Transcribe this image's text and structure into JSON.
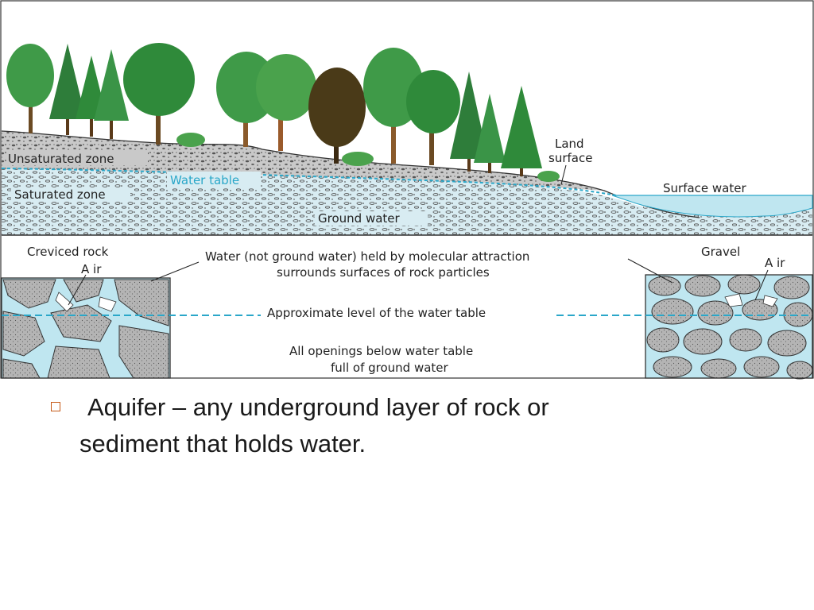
{
  "diagram": {
    "labels": {
      "land_surface_1": "Land",
      "land_surface_2": "surface",
      "surface_water": "Surface water",
      "unsaturated_zone": "Unsaturated zone",
      "water_table": "Water table",
      "saturated_zone": "Saturated zone",
      "ground_water": "Ground water",
      "creviced_rock": "Creviced rock",
      "air_left": "A ir",
      "gravel": "Gravel",
      "air_right": "A ir",
      "molecular_line1": "Water (not ground water) held by molecular attraction",
      "molecular_line2": "surrounds surfaces of rock particles",
      "approx_level": "Approximate level of the water table",
      "openings_line1": "All openings below water table",
      "openings_line2": "full of ground water"
    },
    "colors": {
      "water": "#bfe6f0",
      "water_line": "#2aa7c9",
      "rock": "#a8a8a8",
      "tree_green": "#2f8a3a",
      "tree_dark": "#3c2a12"
    }
  },
  "bullet": {
    "line1": "Aquifer – any underground layer of rock or",
    "line2": "sediment that holds water."
  }
}
